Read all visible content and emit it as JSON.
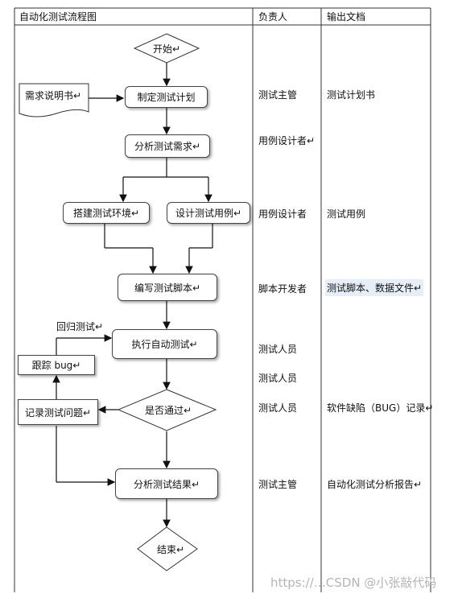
{
  "header": {
    "col1": "自动化测试流程图",
    "col2": "负责人",
    "col3": "输出文档"
  },
  "flow": {
    "start": "开始↵",
    "requirements_doc": "需求说明书↵",
    "make_plan": "制定测试计划",
    "analyze_req": "分析测试需求↵",
    "build_env": "搭建测试环境↵",
    "design_cases": "设计测试用例↵",
    "write_scripts": "编写测试脚本↵",
    "regression_label": "回归测试↵",
    "run_auto": "执行自动测试↵",
    "track_bug": "跟踪 bug↵",
    "pass_decision": "是否通过↵",
    "record_issue": "记录测试问题↵",
    "analyze_results": "分析测试结果↵",
    "end": "结束↵"
  },
  "owners": [
    "测试主管",
    "用例设计者↵",
    "用例设计者",
    "脚本开发者",
    "测试人员",
    "测试人员",
    "测试人员",
    "测试主管"
  ],
  "outputs": [
    "测试计划书",
    "测试用例",
    "测试脚本、数据文件↵",
    "软件缺陷（BUG）记录↵",
    "自动化测试分析报告↵"
  ],
  "watermark": "https://…CSDN @小张敲代码"
}
